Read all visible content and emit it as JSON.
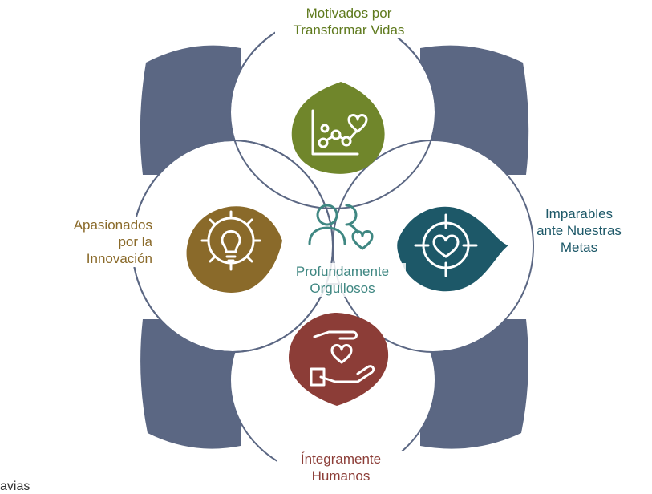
{
  "labels": {
    "top": [
      "Motivados  por",
      "Transformar Vidas"
    ],
    "left": [
      "Apasionados",
      "por la",
      "Innovación"
    ],
    "right": [
      "Imparables",
      "ante Nuestras",
      "Metas"
    ],
    "bottom": [
      "Íntegramente",
      "Humanos"
    ],
    "center": [
      "Profundamente",
      "Orgullosos"
    ]
  },
  "fragment": "avias",
  "colors": {
    "frame": "#5b6783",
    "outline": "#5b6783",
    "top": "#70862b",
    "left": "#8a6a2a",
    "right": "#1d5868",
    "bottom": "#8c3d37",
    "center": "#3f8782",
    "text_top": "#5f7a1e",
    "text_left": "#8a6a2a",
    "text_right": "#1d5868",
    "text_bottom": "#8c3d37",
    "text_center": "#3f8782"
  },
  "icons": {
    "top": "growth-chart-heart-icon",
    "left": "gear-lightbulb-icon",
    "right": "heart-target-icon",
    "bottom": "hands-heart-icon",
    "center": "people-heart-icon"
  }
}
